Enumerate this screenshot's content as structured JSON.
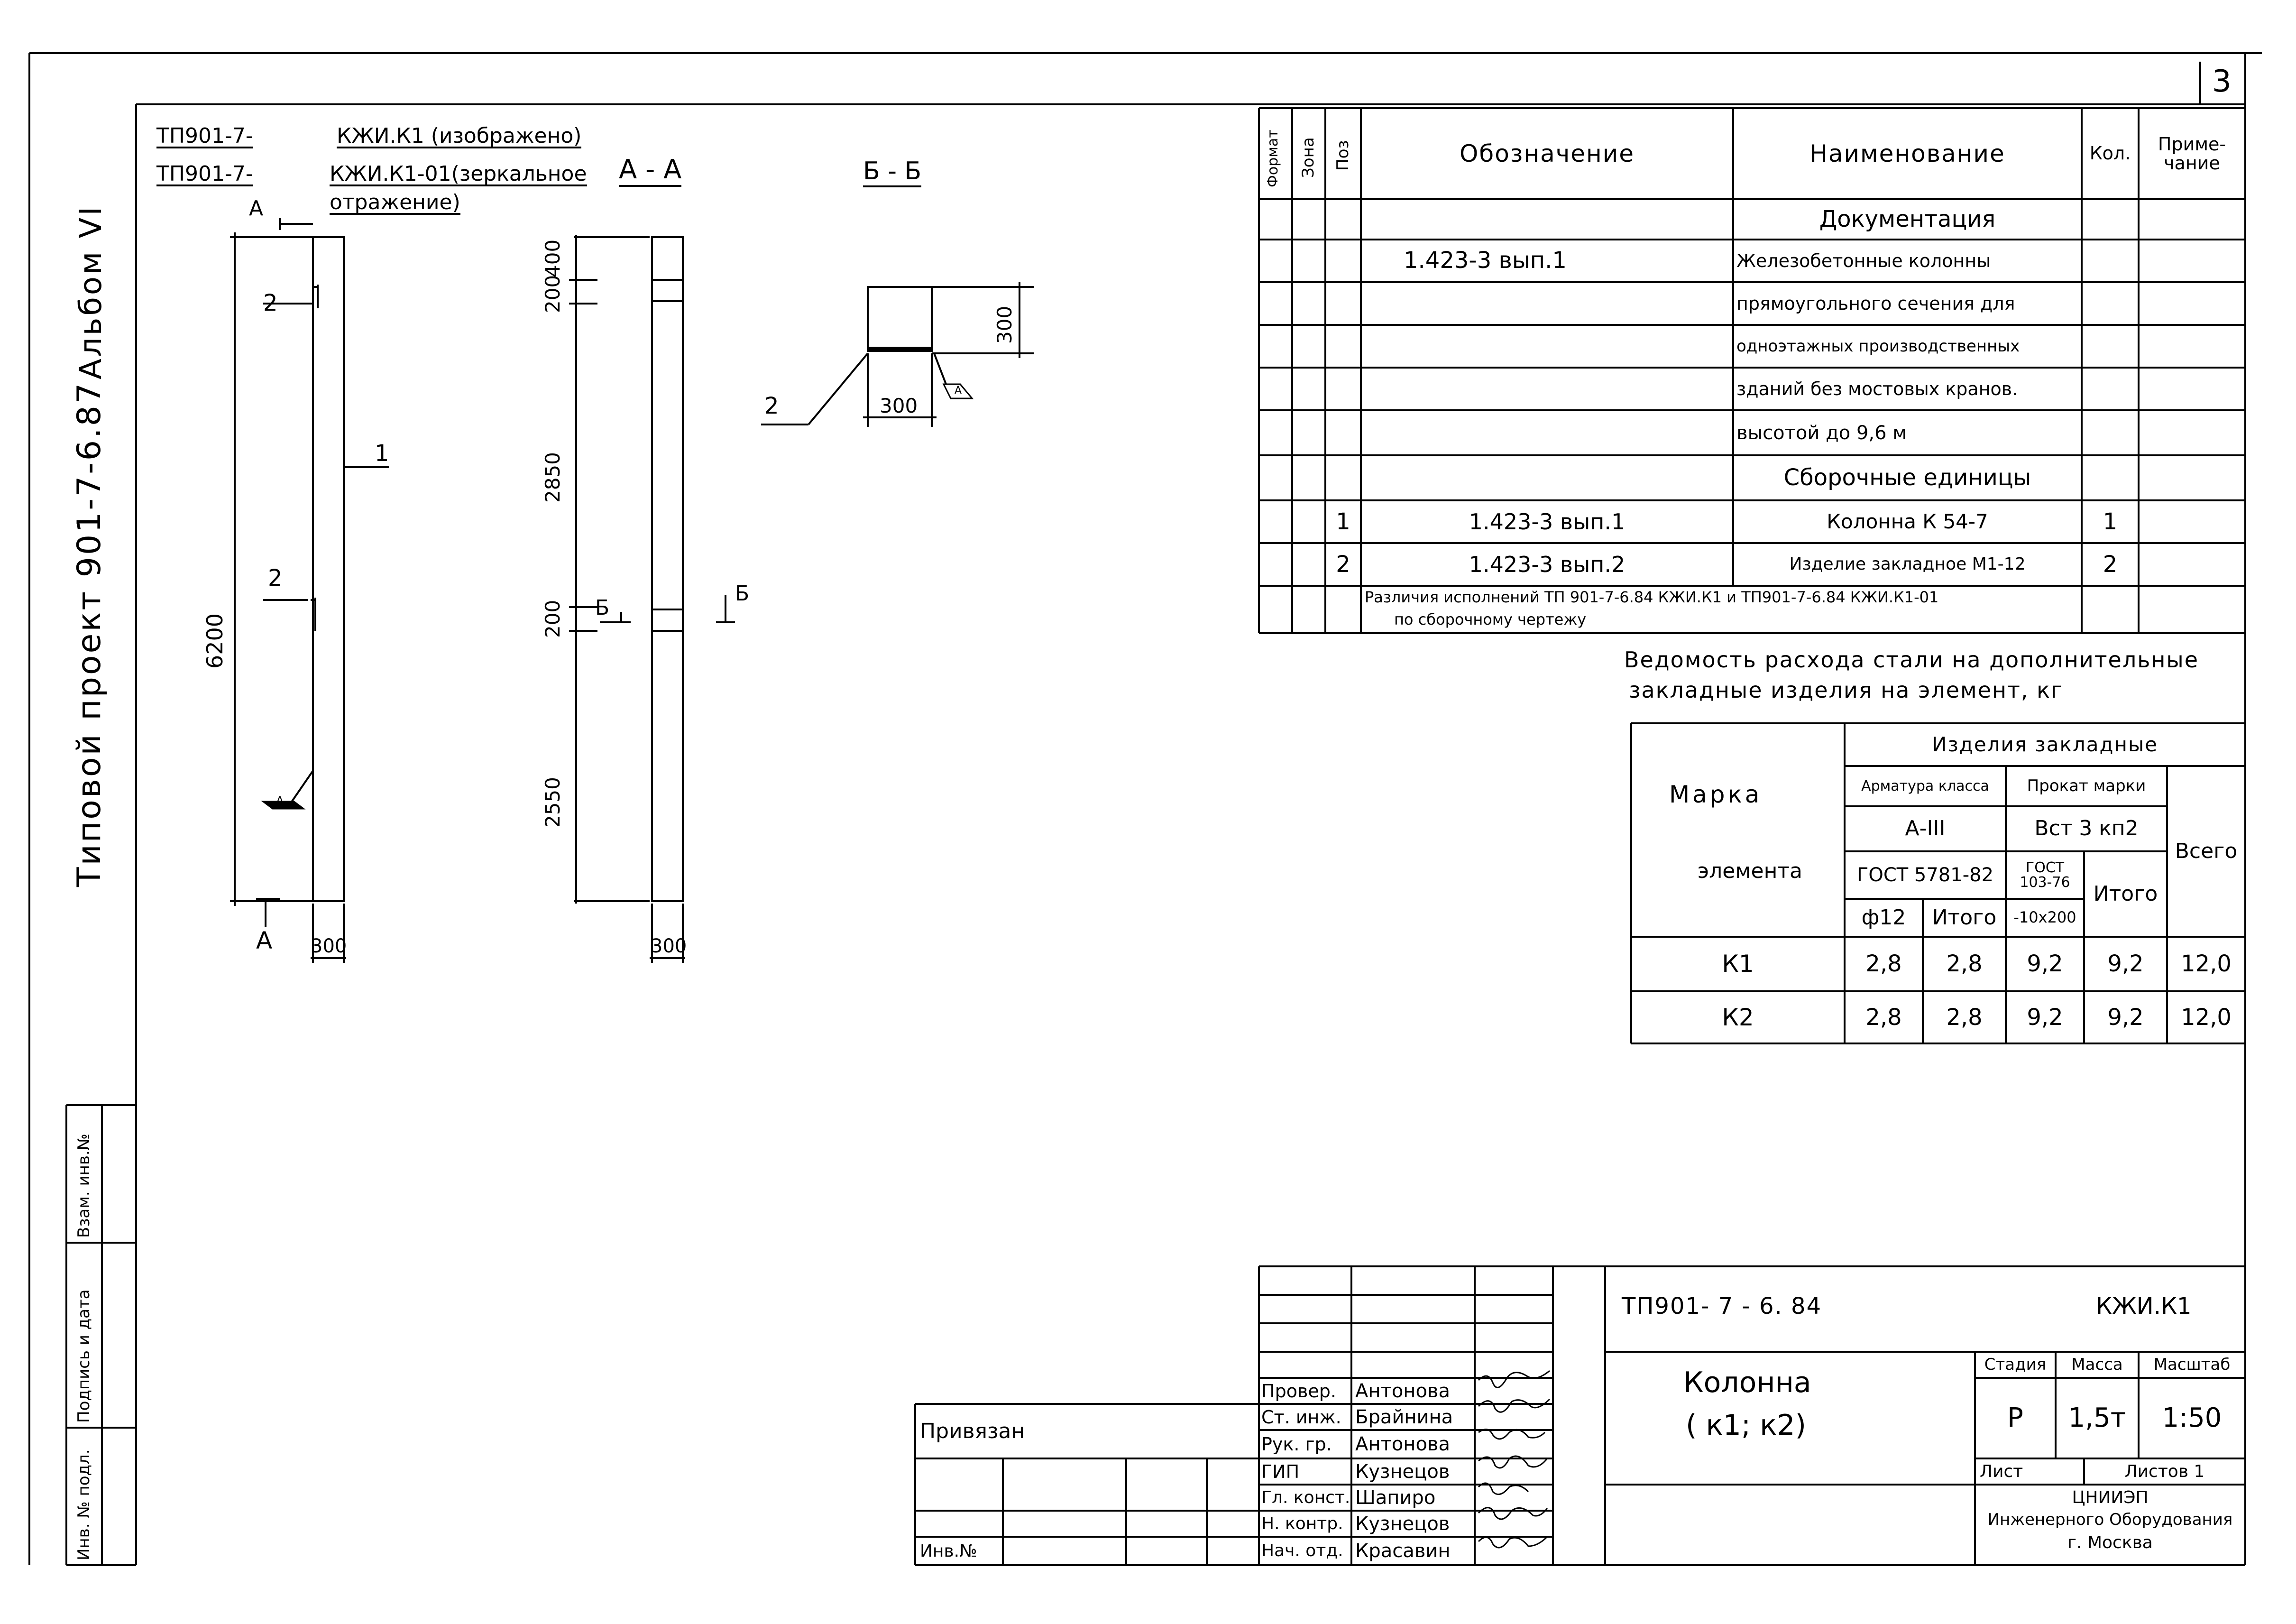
{
  "sheet_number": "3",
  "margin": {
    "project_label": "Типовой  проект 901-7-6.87",
    "album_label": "Альбом VI",
    "stamp_inv_no": "Инв. № подл.",
    "stamp_sign_date": "Подпись и дата",
    "stamp_replace_inv": "Взам. инв.№"
  },
  "header_notes": {
    "line1_code": "ТП901-7-",
    "line1_text": "КЖИ.К1 (изображено)",
    "line2_code": "ТП901-7-",
    "line2_text": "КЖИ.К1-01(зеркальное",
    "line3_text": "отражение)"
  },
  "drawing": {
    "section_aa": "А - А",
    "section_bb": "Б - Б",
    "cut_a": "А",
    "cut_b": "Б",
    "dim_height": "6200",
    "dim_width": "300",
    "dim_400": "400",
    "dim_200_top": "200",
    "dim_2850": "2850",
    "dim_200_mid": "200",
    "dim_2550": "2550",
    "dim_section_300_v": "300",
    "dim_section_300_h": "300",
    "mark_a": "А",
    "pos_1": "1",
    "pos_2": "2"
  },
  "spec_table": {
    "headers": {
      "format": "Формат",
      "zone": "Зона",
      "pos": "Поз",
      "designation": "Обозначение",
      "name": "Наименование",
      "qty": "Кол.",
      "note": "Приме- чание"
    },
    "section_docs": "Документация",
    "doc_designation": "1.423-3   вып.1",
    "doc_lines": [
      "Железобетонные колонны",
      "прямоугольного сечения для",
      "одноэтажных производственных",
      "зданий без мостовых кранов.",
      "высотой до 9,6 м"
    ],
    "section_units": "Сборочные единицы",
    "rows": [
      {
        "pos": "1",
        "designation": "1.423-3  вып.1",
        "name": "Колонна   К 54-7",
        "qty": "1"
      },
      {
        "pos": "2",
        "designation": "1.423-3  вып.2",
        "name": "Изделие закладное  М1-12",
        "qty": "2"
      }
    ],
    "diff_note_1": "Различия исполнений  ТП 901-7-6.84 КЖИ.К1 и ТП901-7-6.84  КЖИ.К1-01",
    "diff_note_2": "по сборочному   чертежу"
  },
  "steel_table": {
    "title_line1": "Ведомость  расхода стали на дополнительные",
    "title_line2": "закладные изделия  на элемент, кг",
    "mark_label_1": "Марка",
    "mark_label_2": "элемента",
    "embedded": "Изделия  закладные",
    "rebar_class": "Арматура класса",
    "rebar_grade": "А-III",
    "rebar_gost": "ГОСТ 5781-82",
    "rebar_dia": "ф12",
    "rebar_total": "Итого",
    "rolled": "Прокат марки",
    "rolled_grade": "Вст 3 кп2",
    "rolled_gost": "ГОСТ 103-76",
    "rolled_size": "-10х200",
    "rolled_total": "Итого",
    "total": "Всего",
    "rows": [
      {
        "mark": "К1",
        "v": [
          "2,8",
          "2,8",
          "9,2",
          "9,2",
          "12,0"
        ]
      },
      {
        "mark": "К2",
        "v": [
          "2,8",
          "2,8",
          "9,2",
          "9,2",
          "12,0"
        ]
      }
    ]
  },
  "title_block": {
    "doc_code": "ТП901- 7 - 6. 84",
    "doc_mark": "КЖИ.К1",
    "title_1": "Колонна",
    "title_2": "( к1; к2)",
    "stage_label": "Стадия",
    "mass_label": "Масса",
    "scale_label": "Масштаб",
    "stage": "Р",
    "mass": "1,5т",
    "scale": "1:50",
    "sheet_label": "Лист",
    "sheets_label": "Листов 1",
    "org_1": "ЦНИИЭП",
    "org_2": "Инженерного Оборудования",
    "org_3": "г. Москва",
    "roles": [
      {
        "role": "Провер.",
        "name": "Антонова"
      },
      {
        "role": "Ст. инж.",
        "name": "Брайнина"
      },
      {
        "role": "Рук. гр.",
        "name": "Антонова"
      },
      {
        "role": "ГИП",
        "name": "Кузнецов"
      },
      {
        "role": "Гл. конст.",
        "name": "Шапиро"
      },
      {
        "role": "Н. контр.",
        "name": "Кузнецов"
      },
      {
        "role": "Нач. отд.",
        "name": "Красавин"
      }
    ],
    "linked": "Привязан",
    "inv_no": "Инв.№"
  }
}
